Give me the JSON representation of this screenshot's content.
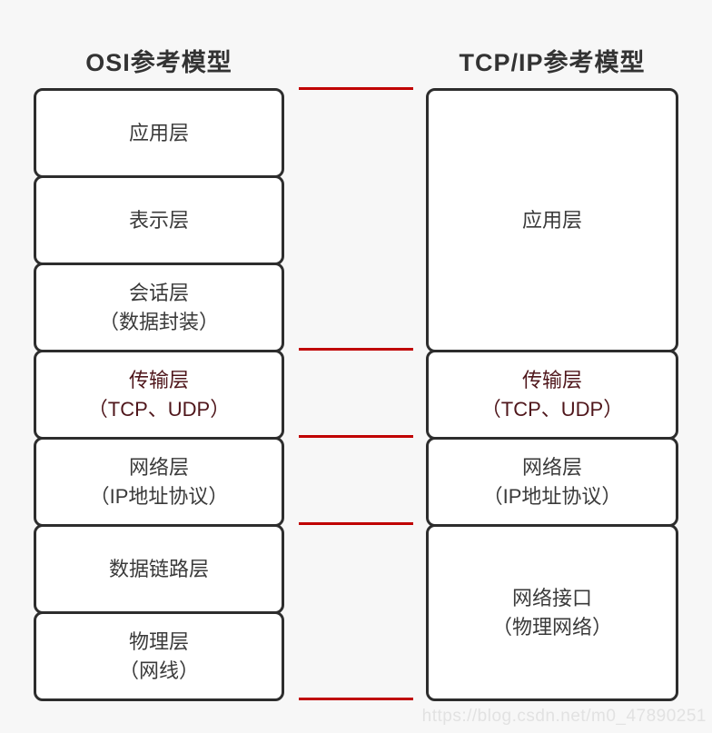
{
  "page": {
    "background": "#f7f7f7",
    "watermark": "https://blog.csdn.net/m0_47890251"
  },
  "diagram": {
    "left_model": {
      "title": "OSI参考模型",
      "layers": [
        {
          "name": "应用层",
          "detail": ""
        },
        {
          "name": "表示层",
          "detail": ""
        },
        {
          "name": "会话层",
          "detail": "（数据封装）"
        },
        {
          "name": "传输层",
          "detail": "（TCP、UDP）",
          "highlight": true
        },
        {
          "name": "网络层",
          "detail": "（IP地址协议）"
        },
        {
          "name": "数据链路层",
          "detail": ""
        },
        {
          "name": "物理层",
          "detail": "（网线）"
        }
      ]
    },
    "right_model": {
      "title": "TCP/IP参考模型",
      "layers": [
        {
          "name": "应用层",
          "detail": "",
          "span": 3
        },
        {
          "name": "传输层",
          "detail": "（TCP、UDP）",
          "highlight": true,
          "span": 1
        },
        {
          "name": "网络层",
          "detail": "（IP地址协议）",
          "span": 1
        },
        {
          "name": "网络接口",
          "detail": "（物理网络）",
          "span": 2
        }
      ]
    },
    "connectors": {
      "count": 5,
      "color": "#c00000",
      "positions_y": [
        96,
        383,
        479,
        575,
        768
      ]
    },
    "colors": {
      "box_border": "#2d2d2d",
      "box_background": "#ffffff",
      "text": "#3a3a3a",
      "highlight_text": "#4f161b",
      "title_text": "#333333"
    }
  }
}
